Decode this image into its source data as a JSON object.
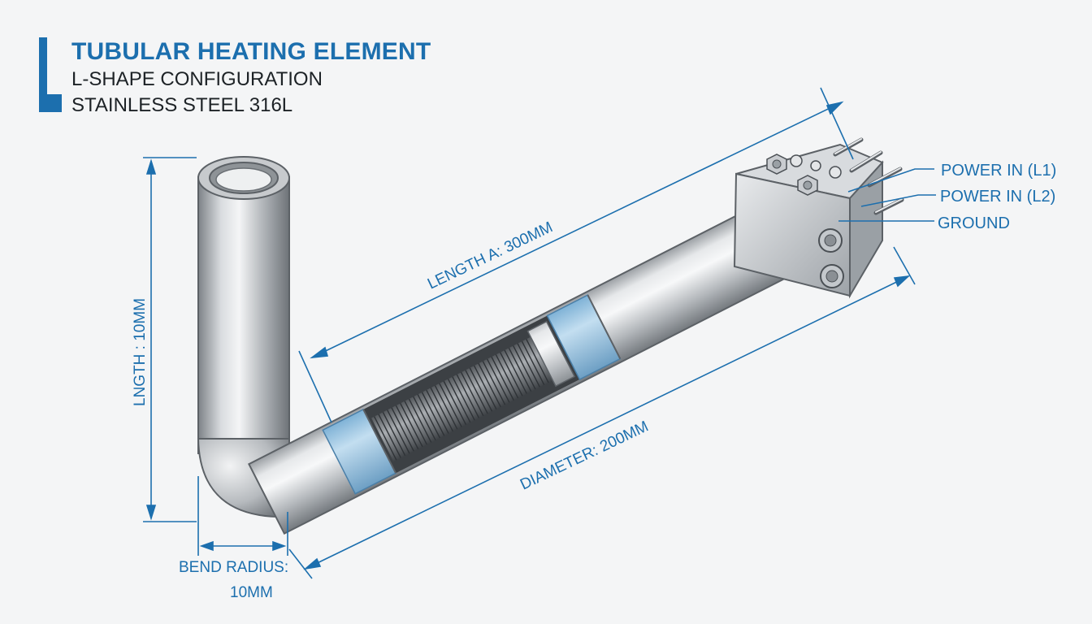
{
  "header": {
    "title": "TUBULAR HEATING ELEMENT",
    "subtitle_1": "L-SHAPE CONFIGURATION",
    "subtitle_2": "STAINLESS STEEL 316L"
  },
  "dimensions": {
    "length_a": "LENGTH A: 300MM",
    "vertical_length": "LNGTH : 10MM",
    "diameter": "DIAMETER: 200MM",
    "bend_radius_line1": "BEND RADIUS:",
    "bend_radius_line2": "10MM"
  },
  "connections": {
    "power_l1": "POWER IN (L1)",
    "power_l2": "POWER IN (L2)",
    "ground": "GROUND"
  },
  "colors": {
    "accent": "#1c6fae",
    "text_dark": "#1d2226",
    "steel": "#b9bdc1",
    "insulation": "#9cc7e3"
  }
}
